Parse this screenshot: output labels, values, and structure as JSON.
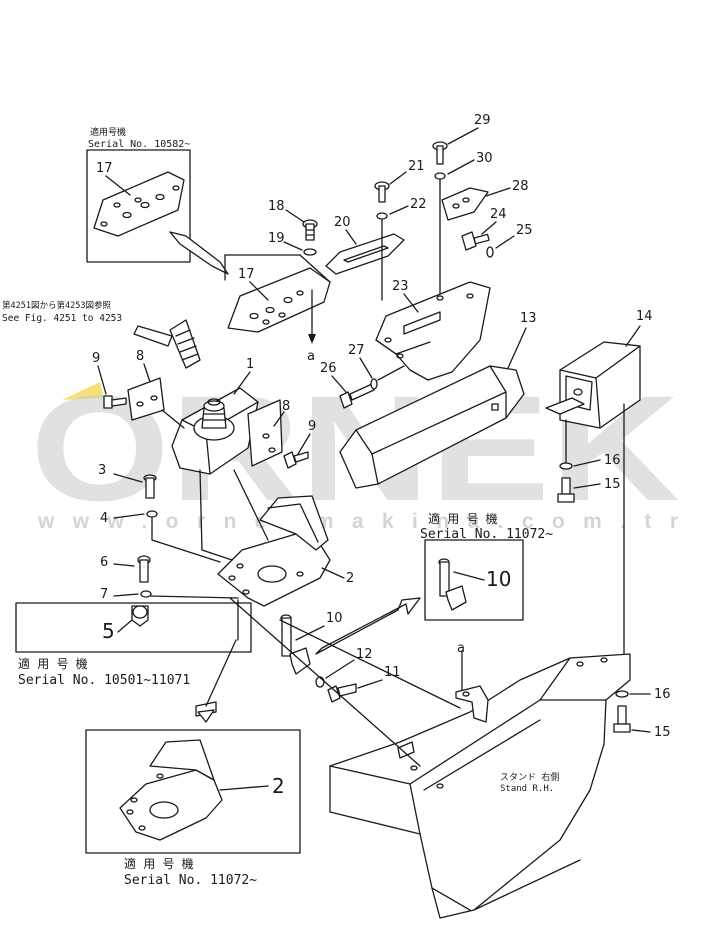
{
  "watermark": {
    "brand": "ORNEK",
    "url": "www.ornekmakina.com.tr"
  },
  "notes": {
    "serial_10582": {
      "jp": "適用号機",
      "en": "Serial  No.  10582~"
    },
    "see_fig": {
      "jp": "第4251図から第4253図参照",
      "en": "See  Fig.  4251  to  4253"
    },
    "serial_11072_a": {
      "jp": "適 用 号 機",
      "en": "Serial  No.  11072~"
    },
    "serial_10501": {
      "jp": "適 用 号 機",
      "en": "Serial  No.  10501~11071"
    },
    "serial_11072_b": {
      "jp": "適 用 号 機",
      "en": "Serial  No.  11072~"
    },
    "stand": {
      "jp": "スタンド 右側",
      "en": "Stand R.H."
    },
    "ref_a_top": "a",
    "ref_a_bottom": "a"
  },
  "callouts": {
    "n1": "1",
    "n2": "2",
    "n2b": "2",
    "n3": "3",
    "n4": "4",
    "n5": "5",
    "n6": "6",
    "n7": "7",
    "n8a": "8",
    "n8b": "8",
    "n9a": "9",
    "n9b": "9",
    "n10": "10",
    "n10b": "10",
    "n11": "11",
    "n12": "12",
    "n13": "13",
    "n14": "14",
    "n15a": "15",
    "n15b": "15",
    "n16a": "16",
    "n16b": "16",
    "n17a": "17",
    "n17b": "17",
    "n18": "18",
    "n19": "19",
    "n20": "20",
    "n21": "21",
    "n22": "22",
    "n23": "23",
    "n24": "24",
    "n25": "25",
    "n26": "26",
    "n27": "27",
    "n28": "28",
    "n29": "29",
    "n30": "30"
  }
}
